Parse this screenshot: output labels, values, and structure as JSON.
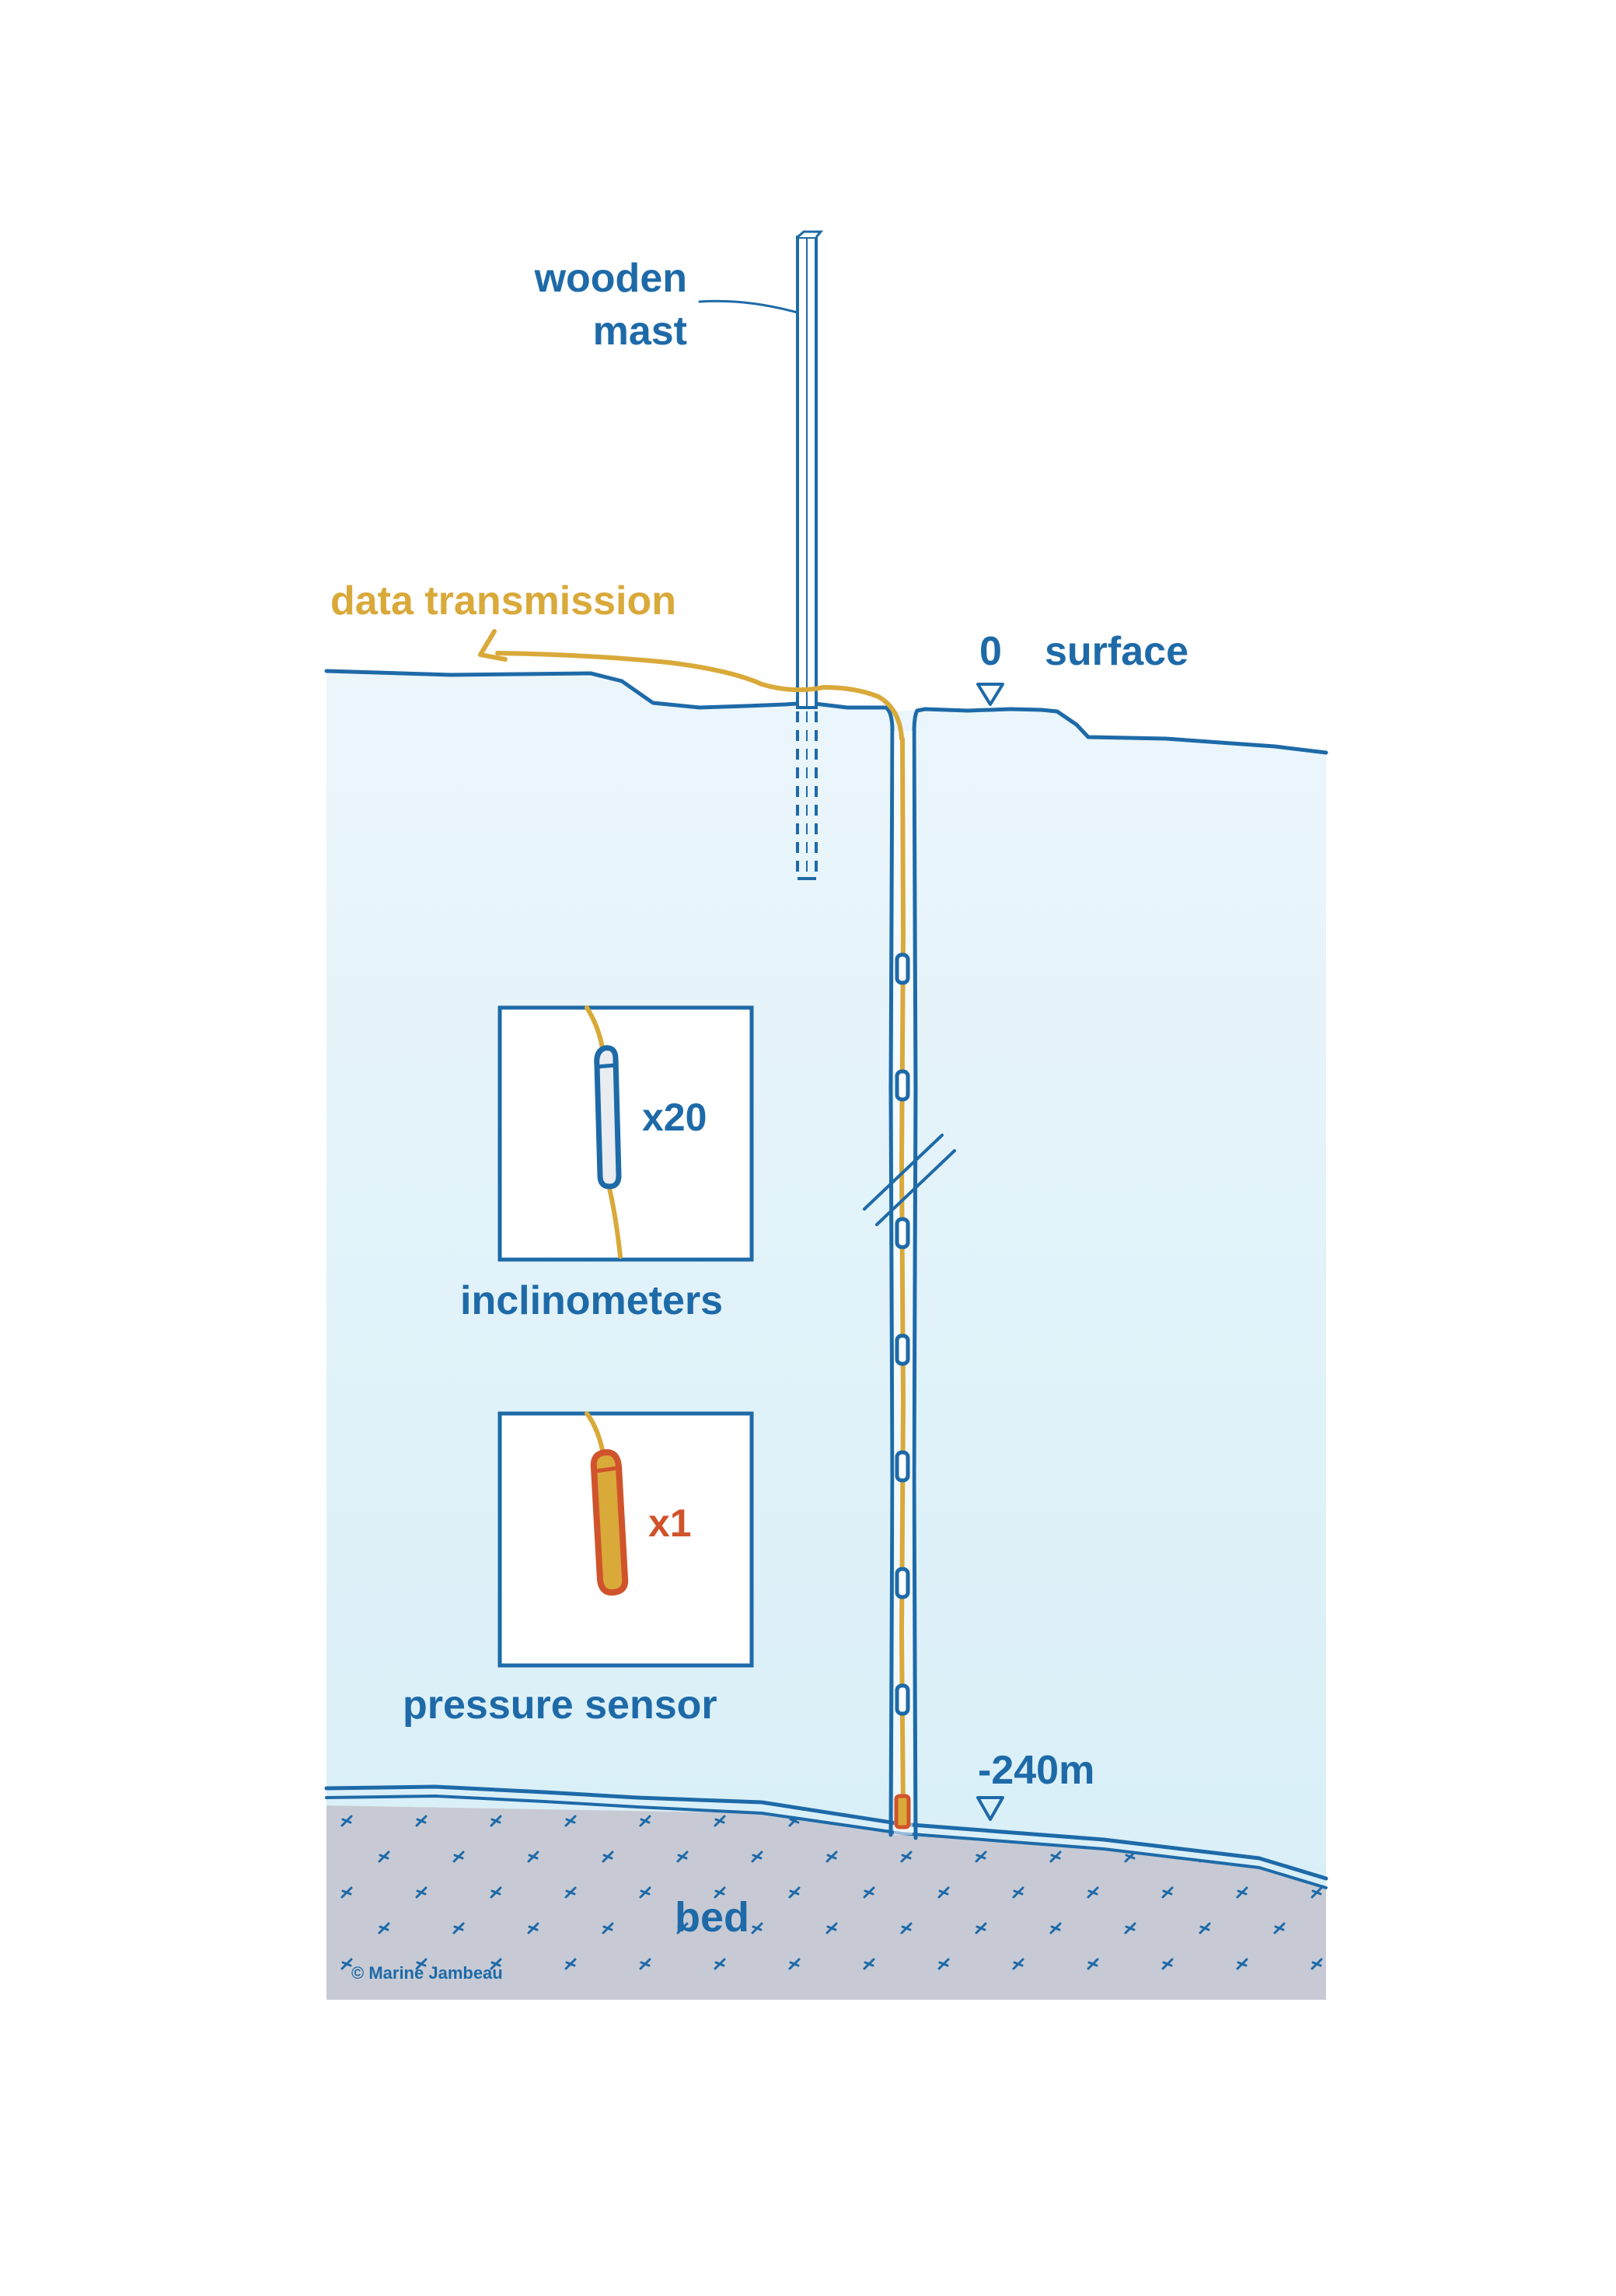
{
  "labels": {
    "mast": [
      "wooden",
      "mast"
    ],
    "data_transmission": "data transmission",
    "surface_depth": "0",
    "surface": "surface",
    "bottom_depth": "-240m",
    "inclinometer_count": "x20",
    "inclinometers": "inclinometers",
    "pressure_count": "x1",
    "pressure_sensor": "pressure sensor",
    "bed": "bed",
    "copyright": "© Marine Jambeau"
  },
  "colors": {
    "ice_top": "#ebf6fb",
    "ice_bottom": "#d9eff8",
    "outline": "#1e6aa8",
    "cable": "#d9a93a",
    "pressure_sensor": "#d0532b",
    "bed": "#c7cad4",
    "bed_marks": "#1e6aa8"
  },
  "icons": {
    "surface_marker": "triangle-down-icon",
    "bottom_marker": "triangle-down-icon",
    "break_symbol": "double-slash-icon",
    "arrow": "arrow-left-icon"
  }
}
